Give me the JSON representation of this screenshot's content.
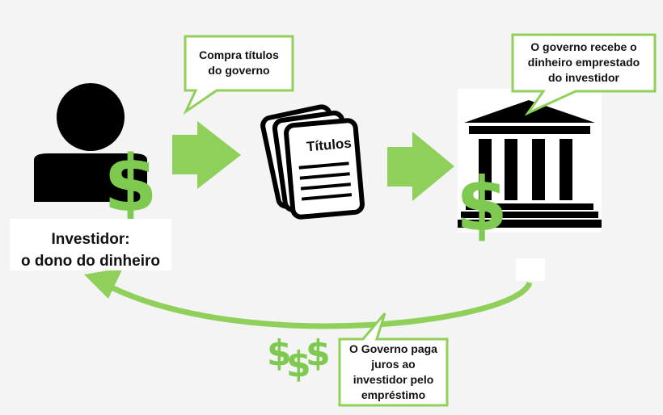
{
  "colors": {
    "accent": "#7ec94f",
    "ink": "#000000",
    "background": "#f4f4f4"
  },
  "callouts": {
    "buy": {
      "line1": "Compra títulos",
      "line2": "do governo"
    },
    "receive": {
      "line1": "O governo recebe o",
      "line2": "dinheiro emprestado",
      "line3": "do investidor"
    },
    "pay": {
      "line1": "O Governo paga",
      "line2": "juros ao",
      "line3": "investidor pelo",
      "line4": "empréstimo"
    }
  },
  "investor": {
    "line1": "Investidor:",
    "line2": "o dono do dinheiro",
    "dollar": "$"
  },
  "documents": {
    "label": "Títulos"
  },
  "government": {
    "dollar": "$"
  },
  "money": {
    "symbols": [
      "$",
      "$",
      "$"
    ]
  },
  "icons": [
    "person-icon",
    "documents-icon",
    "bank-icon",
    "arrow-right-icon",
    "return-arrow-icon"
  ]
}
